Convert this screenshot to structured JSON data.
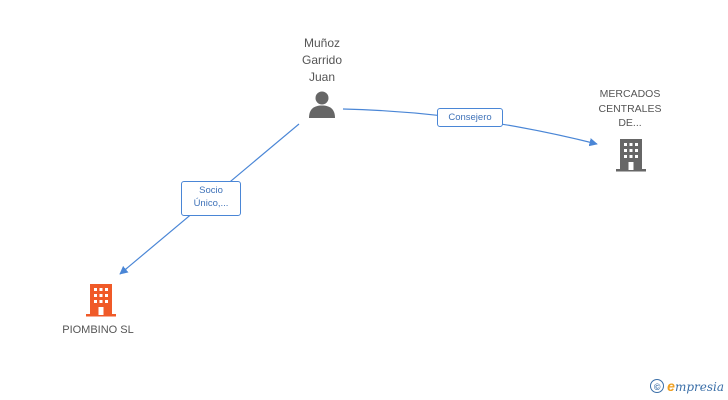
{
  "nodes": {
    "person": {
      "name_lines": [
        "Muñoz",
        "Garrido",
        "Juan"
      ],
      "icon": "person-icon",
      "color": "#666666"
    },
    "mercados": {
      "name_lines": [
        "MERCADOS",
        "CENTRALES",
        "DE..."
      ],
      "icon": "building-icon",
      "color": "#666666"
    },
    "piombino": {
      "name": "PIOMBINO SL",
      "icon": "building-icon",
      "color": "#f05a28"
    }
  },
  "edges": {
    "consejero": {
      "label": "Consejero"
    },
    "socio": {
      "label_lines": [
        "Socio",
        "Único,..."
      ]
    }
  },
  "colors": {
    "edge": "#4a86d6"
  },
  "footer": {
    "copyright_symbol": "©",
    "brand_first": "e",
    "brand_rest": "mpresia"
  }
}
